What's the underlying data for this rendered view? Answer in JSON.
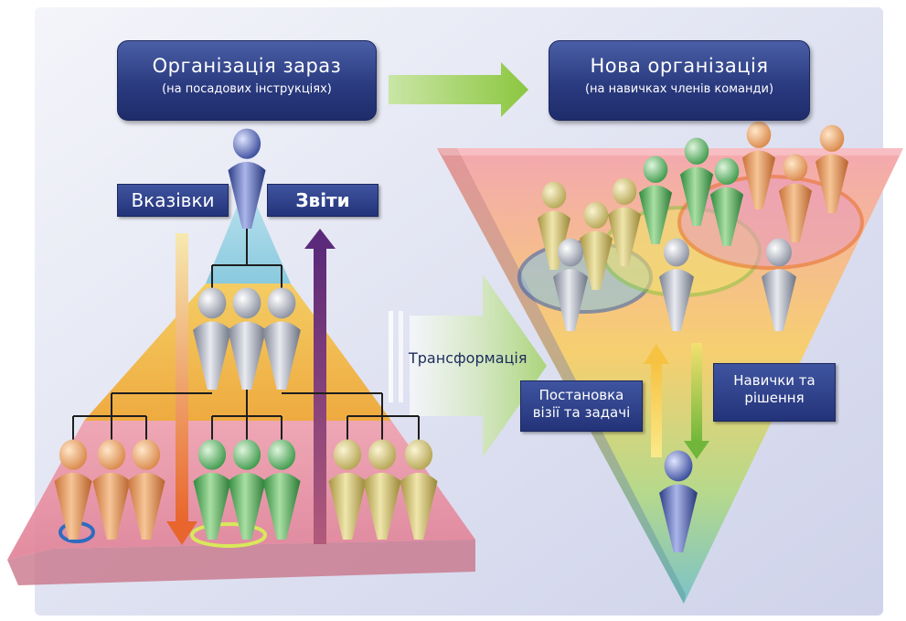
{
  "left_title": {
    "main": "Організація зараз",
    "sub": "(на посадових інструкціях)"
  },
  "right_title": {
    "main": "Нова організація",
    "sub": "(на навичках членів команди)"
  },
  "labels": {
    "instructions": "Вказівки",
    "reports": "Звіти",
    "transformation": "Трансформація",
    "vision_line1": "Постановка",
    "vision_line2": "візії та задачі",
    "skills_line1": "Навички та",
    "skills_line2": "рішення"
  },
  "colors": {
    "box_dark": "#1e2c6a",
    "box_light": "#4a5fa6",
    "arrow_green": "#8cc63f",
    "pyramid_blue": "#8ccfe3",
    "pyramid_orange": "#f0a020",
    "pyramid_pink": "#e88aa0",
    "figure_orange": "#e08a40",
    "figure_green": "#4caa55",
    "figure_khaki": "#c8b860",
    "figure_grey": "#9aa0b0",
    "figure_top": "#4a5ca8"
  },
  "figures": {
    "left_top": "person-icon",
    "left_middle": "person-icon",
    "left_bottom_orange": "person-icon",
    "left_bottom_green": "person-icon",
    "left_bottom_khaki": "person-icon",
    "right_group": "person-icon",
    "right_bottom": "person-icon"
  }
}
